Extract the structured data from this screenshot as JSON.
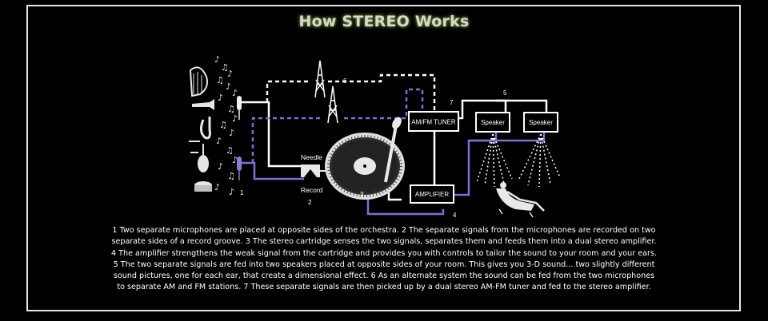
{
  "title": "How STEREO Works",
  "labels": {
    "needle": "Needle",
    "record": "Record",
    "tuner": "AM/FM TUNER",
    "amplifier": "AMPLIFIER",
    "speaker_left": "Speaker",
    "speaker_right": "Speaker",
    "n1": "1",
    "n2": "2",
    "n3": "3",
    "n4": "4",
    "n5": "5",
    "n6": "6",
    "n7": "7"
  },
  "caption": [
    "1  Two separate microphones are placed at opposite sides of the orchestra.   2  The separate signals from the microphones are recorded on two",
    "separate sides of a record groove.    3  The stereo cartridge senses the two signals, separates them and feeds them into a dual stereo amplifier.",
    "4  The amplifier strengthens the weak signal from the cartridge and provides you with controls to tailor the sound to your room and your ears.",
    "5  The two separate signals are fed into two speakers placed at opposite sides of your room.   This gives you 3-D sound... two slightly different",
    "sound pictures, one for each ear, that create a dimensional effect.   6  As an alternate system the sound can be fed from the two microphones",
    "to separate AM and FM stations.    7  These separate signals are then picked up by a dual stereo AM-FM tuner and fed to the stereo amplifier."
  ]
}
